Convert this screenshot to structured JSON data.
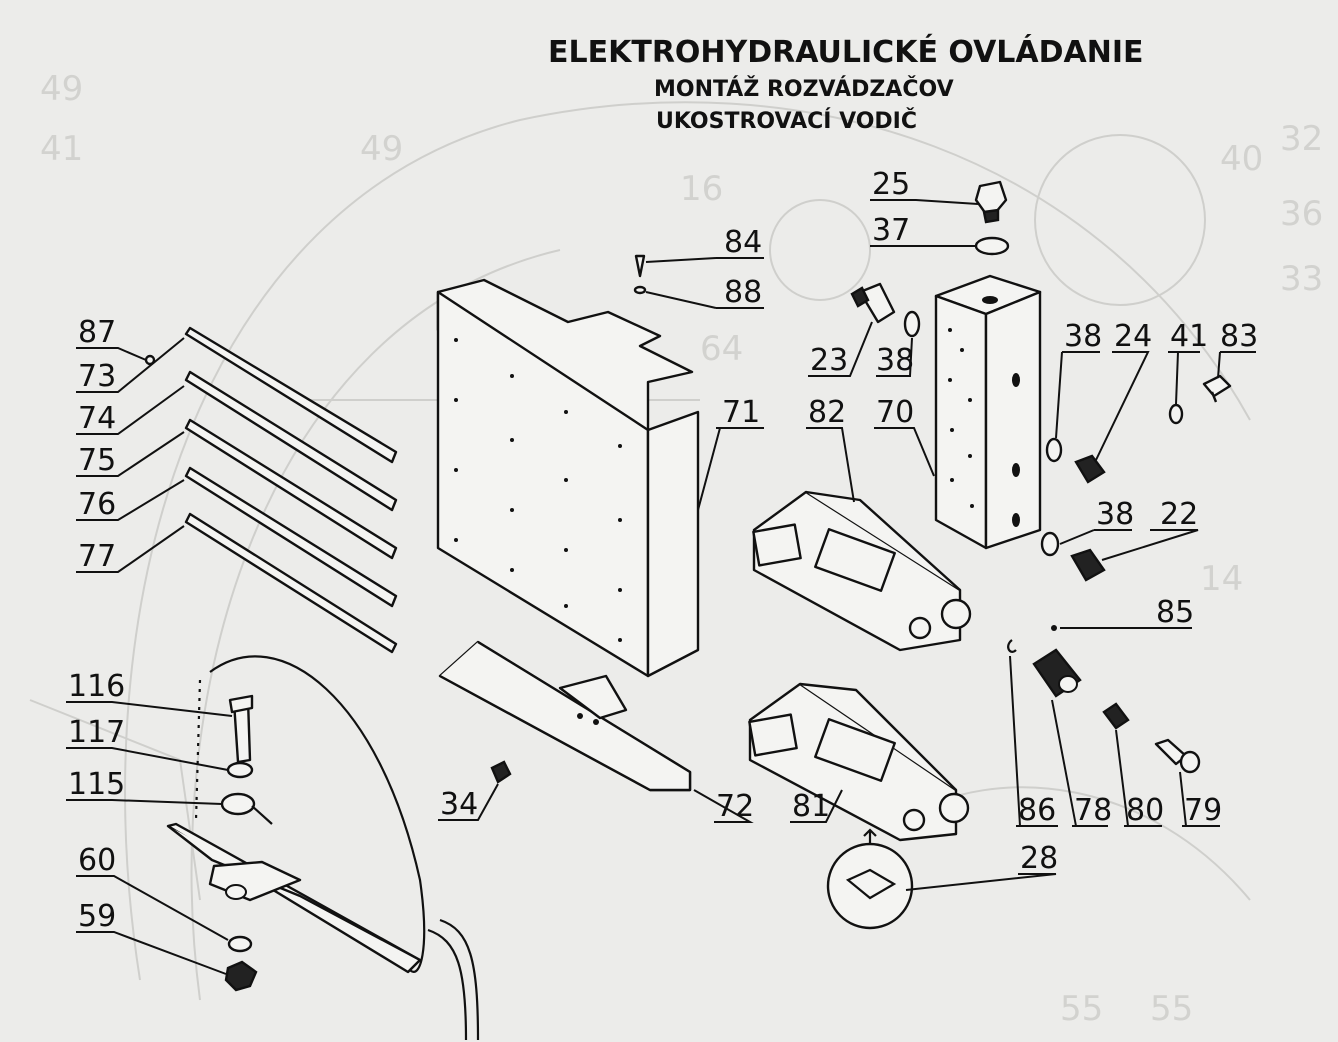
{
  "header": {
    "title": "ELEKTROHYDRAULICKÉ OVLÁDANIE",
    "subtitle_1": "MONTÁŽ ROZVÁDZAČOV",
    "subtitle_2": "UKOSTROVACÍ VODIČ"
  },
  "callouts": {
    "c25": "25",
    "c37": "37",
    "c84": "84",
    "c88": "88",
    "c87": "87",
    "c73": "73",
    "c74": "74",
    "c75": "75",
    "c76": "76",
    "c77": "77",
    "c23": "23",
    "c38a": "38",
    "c38b": "38",
    "c38c": "38",
    "c24": "24",
    "c41": "41",
    "c83": "83",
    "c71": "71",
    "c82": "82",
    "c70": "70",
    "c22": "22",
    "c85": "85",
    "c116": "116",
    "c117": "117",
    "c115": "115",
    "c60": "60",
    "c59": "59",
    "c34": "34",
    "c72": "72",
    "c81": "81",
    "c86": "86",
    "c78": "78",
    "c80": "80",
    "c79": "79",
    "c28": "28"
  }
}
